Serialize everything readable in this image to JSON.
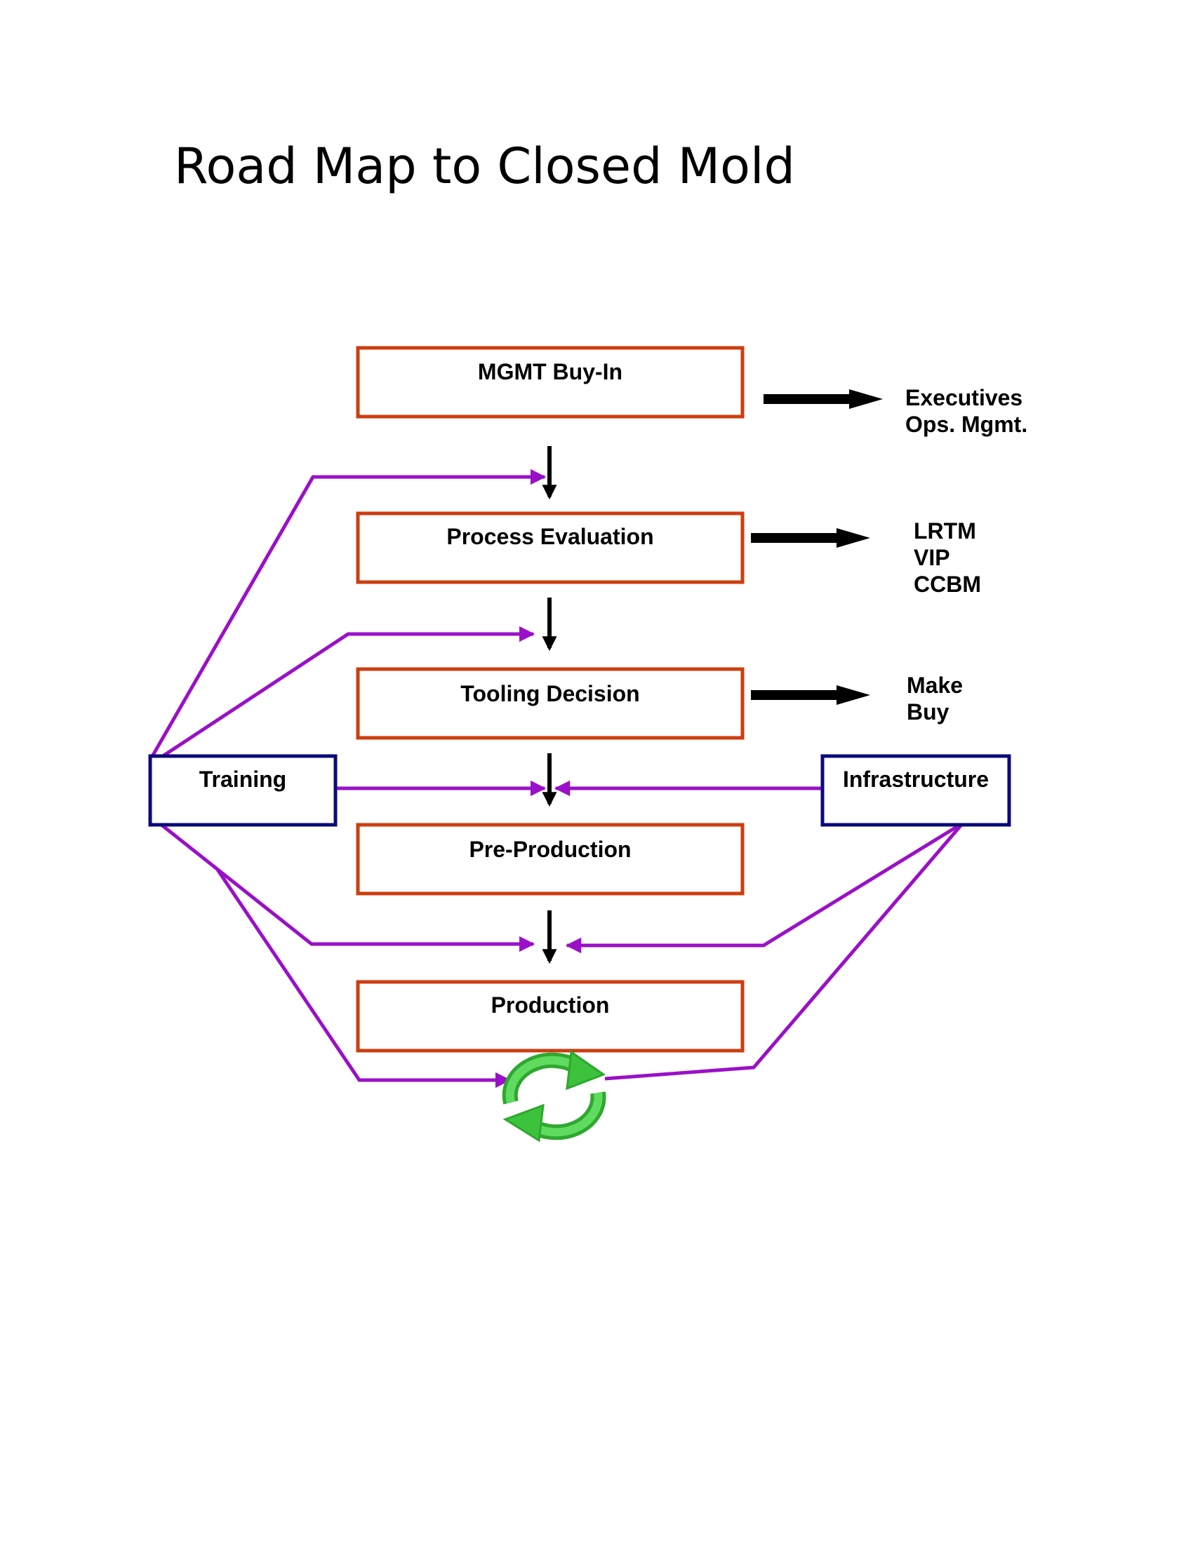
{
  "title": "Road Map to Closed Mold",
  "steps": [
    {
      "label": "MGMT Buy-In"
    },
    {
      "label": "Process Evaluation"
    },
    {
      "label": "Tooling Decision"
    },
    {
      "label": "Pre-Production"
    },
    {
      "label": "Production"
    }
  ],
  "inputs": {
    "left": "Training",
    "right": "Infrastructure"
  },
  "outputs": [
    {
      "lines": [
        "Executives",
        "Ops. Mgmt."
      ]
    },
    {
      "lines": [
        "LRTM",
        "VIP",
        "CCBM"
      ]
    },
    {
      "lines": [
        "Make",
        "Buy"
      ]
    }
  ],
  "cycle_icon": "recycle-arrows-icon",
  "colors": {
    "step_border": "#cc3d0f",
    "input_border": "#0a0a7a",
    "connector": "#9a10c8",
    "flow_arrow": "#000000",
    "cycle": "#3cc23c"
  }
}
